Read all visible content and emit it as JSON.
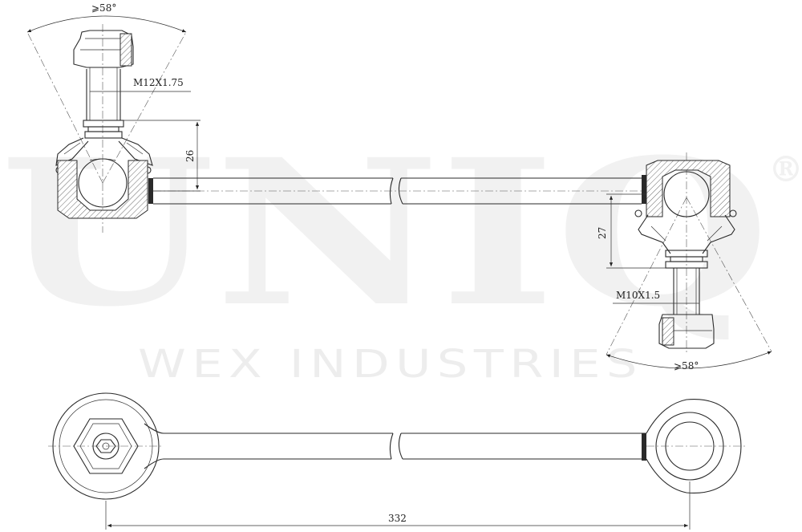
{
  "watermark": {
    "brand": "UNIQ",
    "registered": "®",
    "company": "WEX INDUSTRIES"
  },
  "labels": {
    "angle_top": "⩾58°",
    "angle_bottom": "⩾58°",
    "thread_left": "M12X1.75",
    "thread_right": "M10X1.5",
    "height_left": "26",
    "height_right": "27",
    "length": "332"
  }
}
